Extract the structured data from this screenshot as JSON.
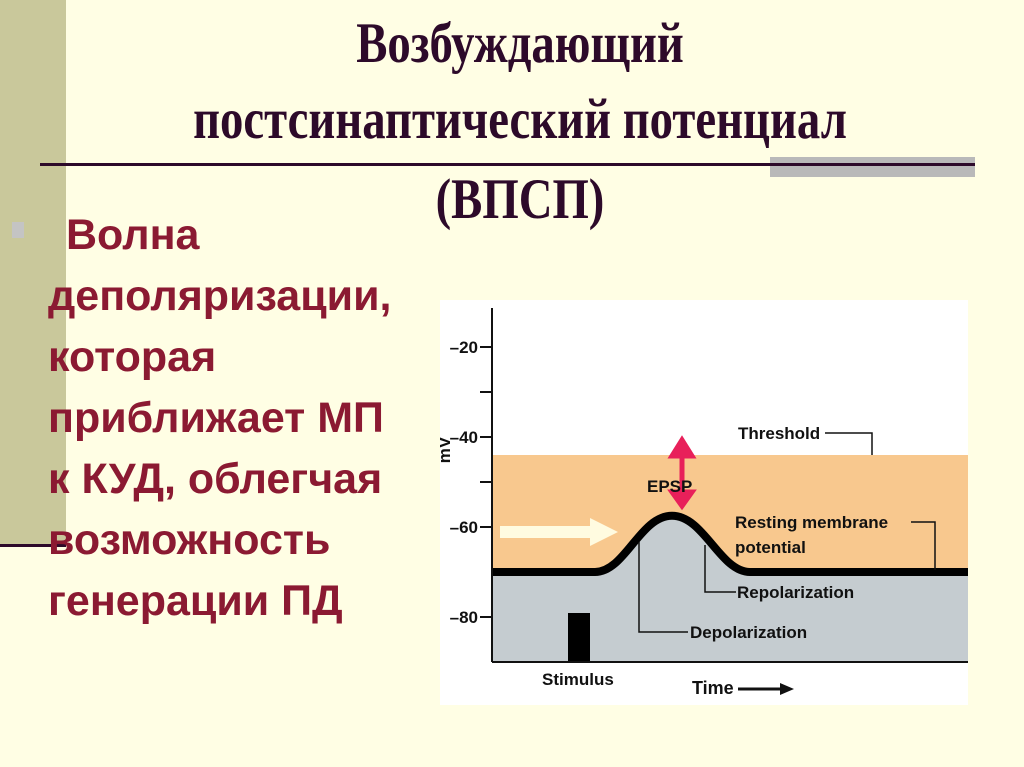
{
  "slide": {
    "title_lines": [
      "Возбуждающий",
      "постсинаптический потенциал"
    ],
    "title_abbr": "(ВПСП)",
    "bullet_lines": [
      "Волна",
      "деполяризации,",
      "которая",
      "приближает МП",
      "к КУД, облегчая",
      "возможность",
      "генерации ПД"
    ]
  },
  "diagram": {
    "y_axis_label": "mV",
    "y_ticks": [
      {
        "value": -20,
        "label": "–20"
      },
      {
        "value": -30,
        "label": ""
      },
      {
        "value": -40,
        "label": "–40"
      },
      {
        "value": -50,
        "label": ""
      },
      {
        "value": -60,
        "label": "–60"
      },
      {
        "value": -80,
        "label": "–80"
      }
    ],
    "threshold_mv": -44,
    "resting_mv": -70,
    "peak_mv": -57.5,
    "bottom_mv": -90,
    "labels": {
      "threshold": "Threshold",
      "epsp": "EPSP",
      "resting_1": "Resting membrane",
      "resting_2": "potential",
      "repolarization": "Repolarization",
      "depolarization": "Depolarization",
      "stimulus": "Stimulus",
      "time": "Time"
    },
    "colors": {
      "depolarized_zone": "#f8c88e",
      "below_zone": "#c5ccd0",
      "epsp_arrow": "#e8205a",
      "trace": "#000000"
    }
  }
}
